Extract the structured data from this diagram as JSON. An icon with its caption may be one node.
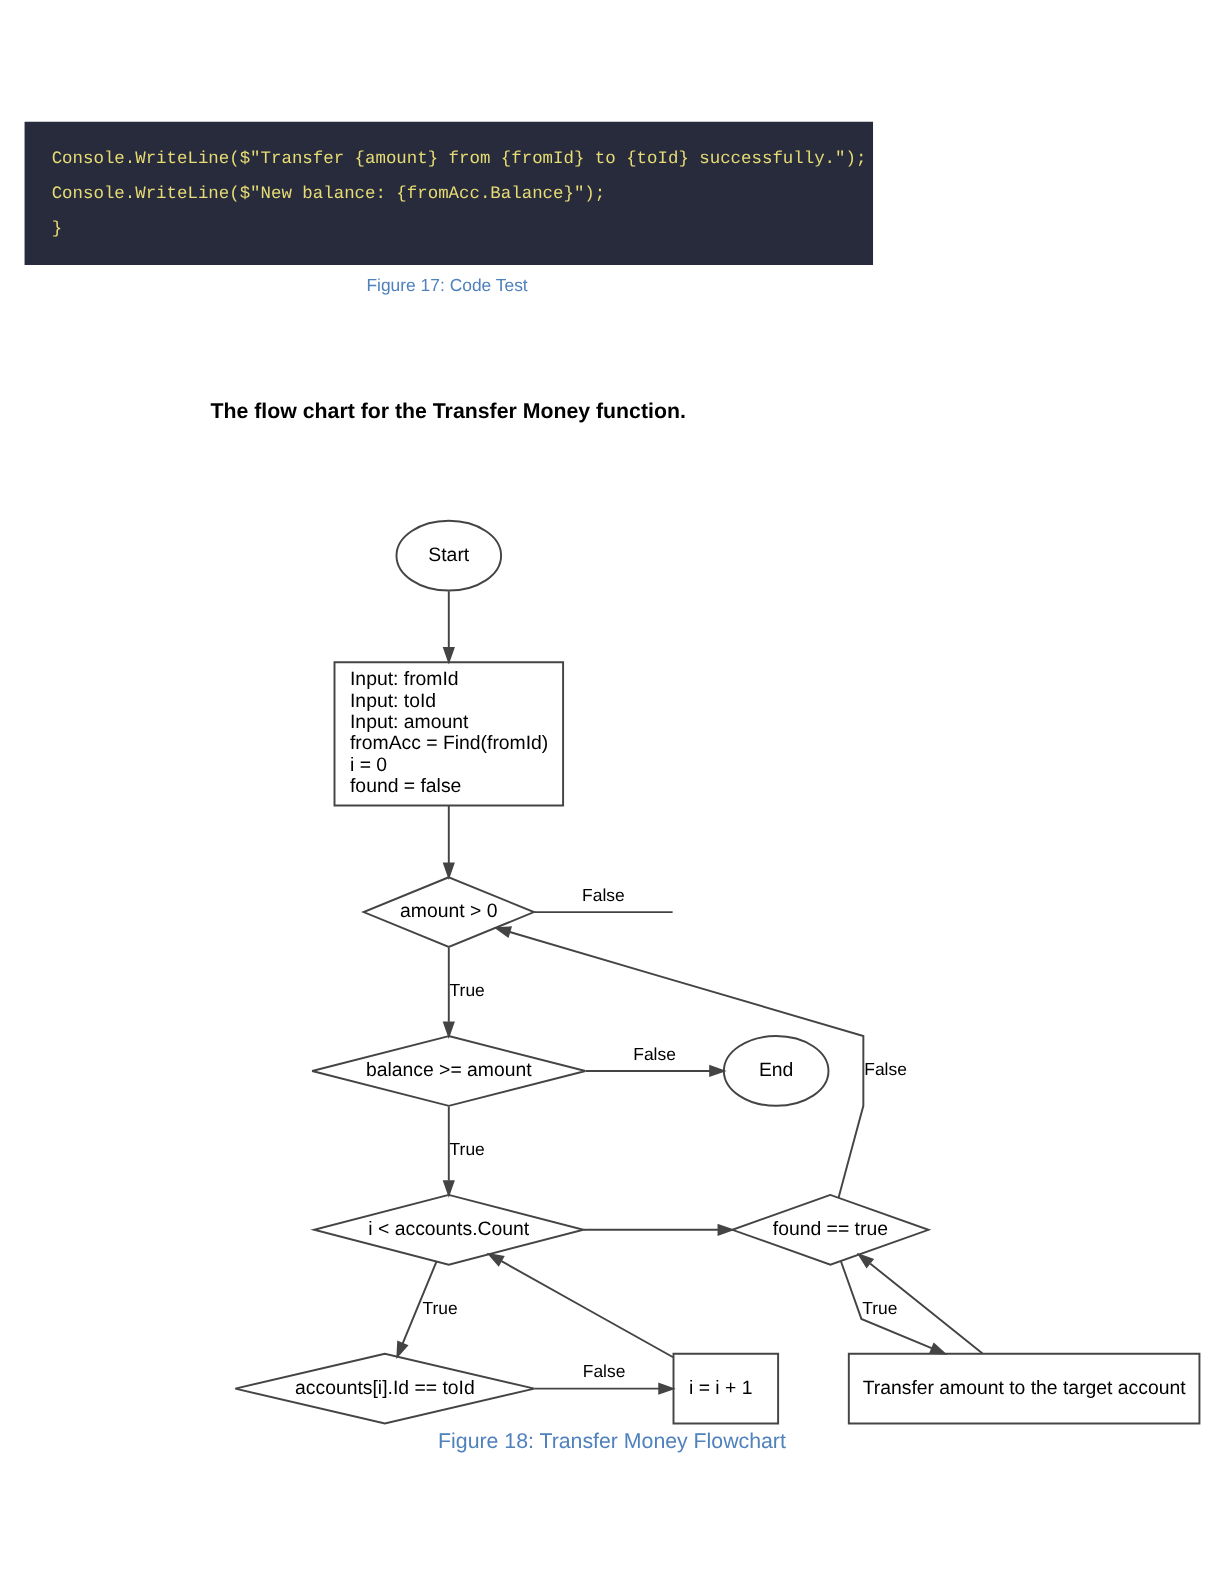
{
  "diagram": {
    "caption": "Figure 18: Transfer Money Flowchart",
    "nodes": [
      {
        "text": [
          "Console.WriteLine($\"Transfer {amount} from {fromId} to {toId} successfully.\");",
          "Console.WriteLine($\"New balance: {fromAcc.Balance}\");",
          "}"
        ],
        "beside": [
          "Figure 17: Code Test"
        ]
      },
      {
        "text": [
          "Start"
        ]
      },
      {
        "text": [
          "Input: fromId",
          "Input: toId",
          "Input: amount",
          "fromAcc = Find(fromId)",
          "i = 0",
          "found = false"
        ]
      },
      {
        "text": [
          "amount > 0"
        ]
      },
      {
        "text": [
          "balance >= amount"
        ]
      },
      {
        "text": [
          "End"
        ]
      },
      {
        "text": [
          "i < accounts.Count"
        ]
      },
      {
        "text": [
          "accounts[i].Id == toId"
        ]
      },
      {
        "text": [
          "i = i + 1"
        ]
      },
      {
        "text": [
          "found == true"
        ]
      },
      {
        "text": [
          "Transfer amount to the target account"
        ]
      }
    ],
    "edges": [
      {
        "from": 1,
        "to": 2,
        "arrow": "to"
      },
      {
        "from": 2,
        "to": 3,
        "arrow": "to"
      },
      {
        "from": 3,
        "to": null,
        "arrow": "none",
        "label": "False"
      },
      {
        "from": 3,
        "to": 4,
        "arrow": "to",
        "label": "True"
      },
      {
        "from": 4,
        "to": 5,
        "arrow": "to",
        "label": "False"
      },
      {
        "from": 4,
        "to": 6,
        "arrow": "to",
        "label": "True"
      },
      {
        "from": 6,
        "to": 7,
        "arrow": "to",
        "label": "True"
      },
      {
        "from": 7,
        "to": 8,
        "arrow": "to",
        "label": "False"
      },
      {
        "from": 8,
        "to": 6,
        "arrow": "to"
      },
      {
        "from": 6,
        "to": 9,
        "arrow": "to"
      },
      {
        "from": 10,
        "to": 9,
        "arrow": "to"
      },
      {
        "from": 9,
        "to": 10,
        "arrow": "to",
        "label": "True"
      },
      {
        "from": 9,
        "to": 3,
        "arrow": "to",
        "label": "False"
      }
    ],
    "labels": [
      "The flow chart for the Transfer Money function."
    ]
  }
}
